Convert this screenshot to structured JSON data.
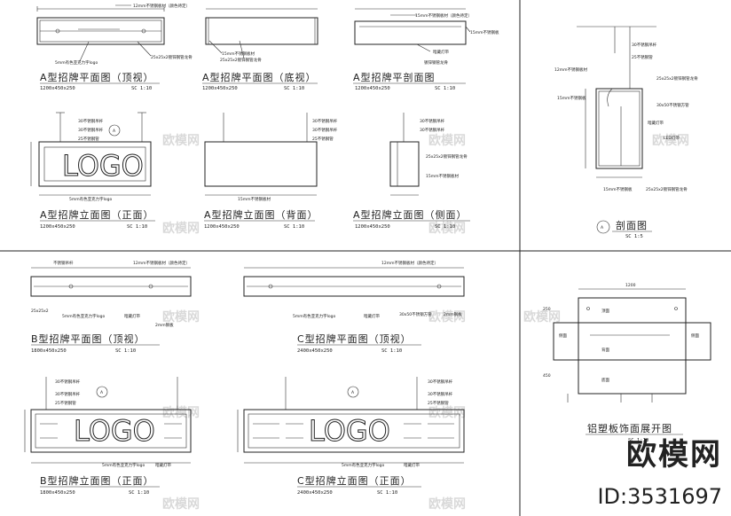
{
  "watermark": "欧模网",
  "brand": {
    "name": "欧模网",
    "id_label": "ID:3531697"
  },
  "panels": {
    "a_top": {
      "title": "A型招牌平面图（顶视）",
      "size": "1200x450x250",
      "scale": "SC    1:10",
      "notes": [
        "12mm不锈钢板材（颜色待定）",
        "25x25x2镀锌钢管龙骨",
        "5mm有色亚克力字logo"
      ]
    },
    "a_bottom": {
      "title": "A型招牌平面图（底视）",
      "size": "1200x450x250",
      "scale": "SC    1:10",
      "notes": [
        "15mm不锈钢板材",
        "25x25x2镀锌钢管龙骨"
      ]
    },
    "a_side_top": {
      "title": "A型招牌平剖面图",
      "size": "1200x450x250",
      "scale": "SC    1:10",
      "notes": [
        "15mm不锈钢板材（颜色待定）",
        "15mm不锈钢板",
        "暗藏灯带",
        "镀锌钢管龙骨"
      ]
    },
    "a_front": {
      "title": "A型招牌立面图（正面）",
      "size": "1200x450x250",
      "scale": "SC    1:10",
      "logo": "LOGO",
      "badge": "A",
      "notes": [
        "30不锈钢吊杆",
        "30不锈钢吊杆",
        "25不锈钢管",
        "5mm有色亚克力字logo"
      ]
    },
    "a_back": {
      "title": "A型招牌立面图（背面）",
      "size": "1200x450x250",
      "scale": "SC    1:10",
      "notes": [
        "30不锈钢吊杆",
        "30不锈钢吊杆",
        "25不锈钢管",
        "15mm不锈钢板材"
      ]
    },
    "a_side": {
      "title": "A型招牌立面图（侧面）",
      "size": "1200x450x250",
      "scale": "SC    1:10",
      "notes": [
        "30不锈钢吊杆",
        "30不锈钢吊杆",
        "25x25x2镀锌钢管龙骨",
        "15mm不锈钢板材"
      ]
    },
    "section": {
      "title": "剖面图",
      "badge": "A",
      "scale": "SC    1:5",
      "notes": [
        "30不锈钢吊杆",
        "25不锈钢管",
        "12mm不锈钢板材",
        "15mm不锈钢板",
        "25x25x2镀锌钢管龙骨",
        "30x50不锈钢方管",
        "暗藏灯带",
        "LED灯带",
        "15mm不锈钢板",
        "25x25x2镀锌钢管龙骨"
      ]
    },
    "b_top": {
      "title": "B型招牌平面图（顶视）",
      "size": "1800x450x250",
      "scale": "SC    1:10",
      "notes": [
        "不锈钢吊杆",
        "12mm不锈钢板材（颜色待定）",
        "25x25x2",
        "5mm有色亚克力字logo",
        "暗藏灯带",
        "2mm钢板"
      ]
    },
    "c_top": {
      "title": "C型招牌平面图（顶视）",
      "size": "2400x450x250",
      "scale": "SC    1:10",
      "notes": [
        "12mm不锈钢板材（颜色待定）",
        "30x50不锈钢方管",
        "5mm有色亚克力字logo",
        "暗藏灯带",
        "2mm钢板"
      ]
    },
    "b_front": {
      "title": "B型招牌立面图（正面）",
      "size": "1800x450x250",
      "scale": "SC    1:10",
      "logo": "LOGO",
      "badge": "A",
      "notes": [
        "30不锈钢吊杆",
        "30不锈钢吊杆",
        "25不锈钢管",
        "5mm有色亚克力字logo",
        "暗藏灯带"
      ]
    },
    "c_front": {
      "title": "C型招牌立面图（正面）",
      "size": "2400x450x250",
      "scale": "SC    1:10",
      "logo": "LOGO",
      "badge": "A",
      "notes": [
        "30不锈钢吊杆",
        "30不锈钢吊杆",
        "25不锈钢管",
        "5mm有色亚克力字logo",
        "暗藏灯带"
      ]
    },
    "unfold": {
      "title": "铝塑板饰面展开图",
      "scale": "SC    1:10",
      "labels": [
        "顶面",
        "背面",
        "底面",
        "侧面",
        "侧面"
      ],
      "dims": [
        "1200",
        "250",
        "450"
      ]
    }
  }
}
